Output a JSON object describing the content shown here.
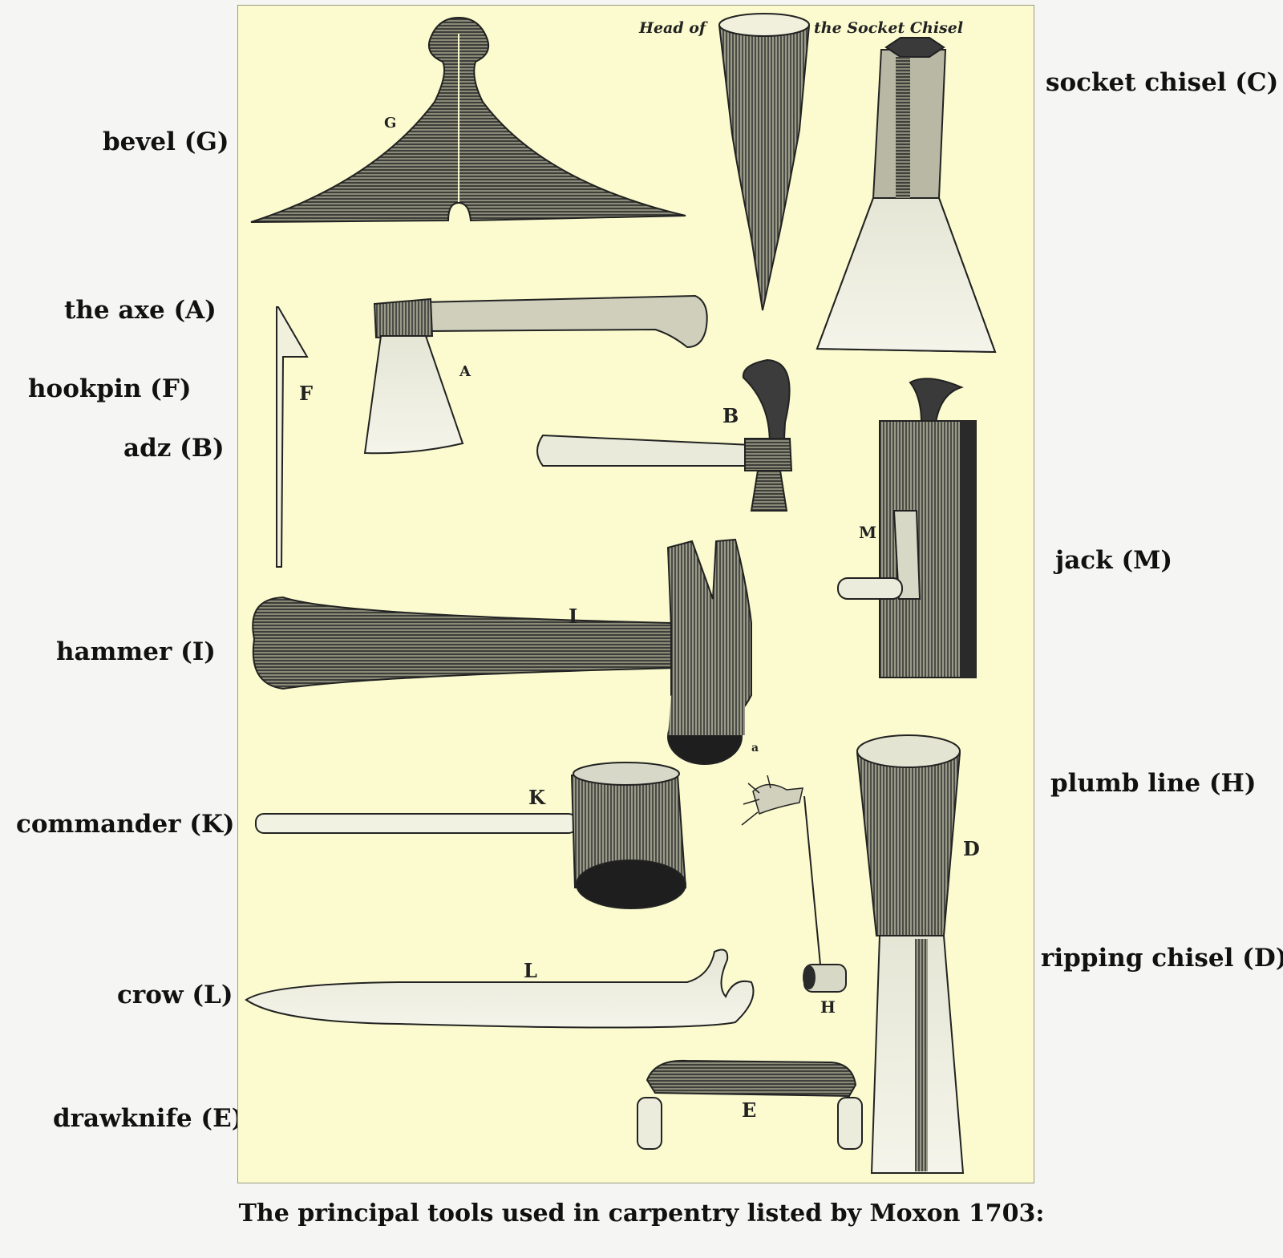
{
  "caption": "The principal tools used in carpentry listed by Moxon 1703:",
  "engraving_caption": {
    "left": "Head of",
    "right": "the Socket Chisel"
  },
  "labels": {
    "bevel": "bevel (G)",
    "axe": "the axe (A)",
    "hookpin": "hookpin (F)",
    "adz": "adz (B)",
    "hammer": "hammer (I)",
    "commander": "commander (K)",
    "crow": "crow (L)",
    "drawknife": "drawknife (E)",
    "socket_chisel": "socket chisel (C)",
    "jack": "jack (M)",
    "plumb_line": "plumb line (H)",
    "ripping_chisel": "ripping chisel (D)"
  },
  "letters": {
    "G": "G",
    "A": "A",
    "F": "F",
    "B": "B",
    "I": "I",
    "K": "K",
    "L": "L",
    "E": "E",
    "D": "D",
    "H": "H",
    "M": "M",
    "a": "a"
  },
  "colors": {
    "paper": "#fbfbcf",
    "ink": "#2a2a2a",
    "background": "#f5f5f3"
  }
}
